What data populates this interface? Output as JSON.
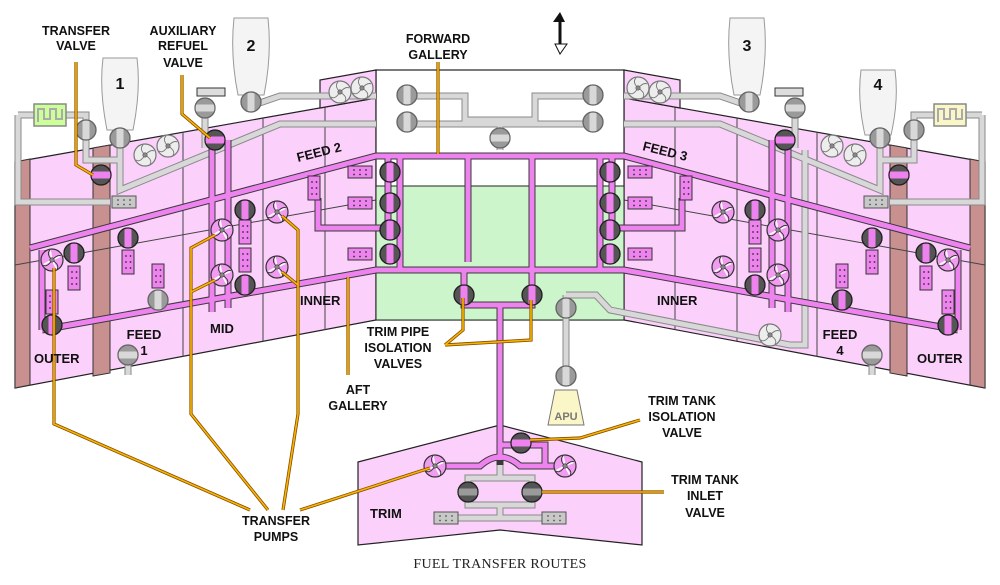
{
  "title": "FUEL TRANSFER ROUTES",
  "colors": {
    "wing_tank": "#fbd0fb",
    "center_tank": "#ccf5cc",
    "transfer_pipe": "#ee82ee",
    "engine_feed_pipe": "#d8d8d8",
    "leader_line": "#f5b700",
    "structure_dark": "#c99090",
    "apu_fill": "#fbf6c8",
    "heat_exchanger_left": "#ccff99",
    "heat_exchanger_right": "#fbf6c8"
  },
  "engines": [
    {
      "id": "engine-1",
      "label": "1"
    },
    {
      "id": "engine-2",
      "label": "2"
    },
    {
      "id": "engine-3",
      "label": "3"
    },
    {
      "id": "engine-4",
      "label": "4"
    }
  ],
  "tanks": {
    "left_outer": "OUTER",
    "left_feed1_a": "FEED",
    "left_feed1_b": "1",
    "left_mid": "MID",
    "left_inner": "INNER",
    "left_feed2": "FEED 2",
    "right_feed3": "FEED 3",
    "right_inner": "INNER",
    "right_feed4_a": "FEED",
    "right_feed4_b": "4",
    "right_outer": "OUTER",
    "trim": "TRIM",
    "apu": "APU"
  },
  "callouts": {
    "transfer_valve": [
      "TRANSFER",
      "VALVE"
    ],
    "auxiliary_refuel_valve": [
      "AUXILIARY",
      "REFUEL",
      "VALVE"
    ],
    "forward_gallery": [
      "FORWARD",
      "GALLERY"
    ],
    "trim_pipe_isolation_valves": [
      "TRIM PIPE",
      "ISOLATION",
      "VALVES"
    ],
    "aft_gallery": [
      "AFT",
      "GALLERY"
    ],
    "trim_tank_isolation_valve": [
      "TRIM TANK",
      "ISOLATION",
      "VALVE"
    ],
    "trim_tank_inlet_valve": [
      "TRIM TANK",
      "INLET",
      "VALVE"
    ],
    "transfer_pumps": [
      "TRANSFER",
      "PUMPS"
    ]
  },
  "icons": {
    "direction_arrow": "up-down-arrow-icon",
    "transfer_pump": "pump-icon",
    "valve": "valve-icon",
    "engine": "engine-nacelle-icon"
  }
}
